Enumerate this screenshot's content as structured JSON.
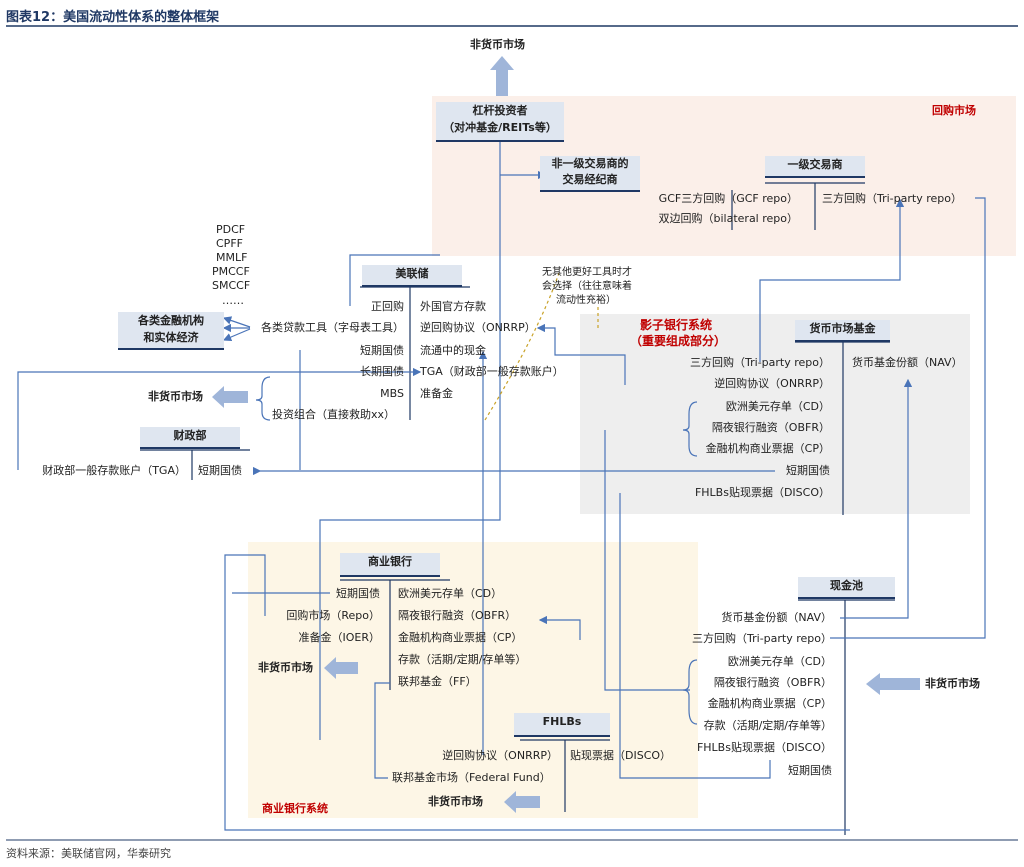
{
  "title": "图表12：美国流动性体系的整体框架",
  "source": "资料来源：美联储官网，华泰研究",
  "zones": {
    "repo": "回购市场",
    "shadow": "影子银行系统",
    "shadow_note": "（重要组成部分）",
    "commercial": "商业银行系统"
  },
  "headers": {
    "leverage_1": "杠杆投资者",
    "leverage_2": "（对冲基金/REITs等）",
    "nonprimary_1": "非一级交易商的",
    "nonprimary_2": "交易经纪商",
    "primary": "一级交易商",
    "fed": "美联储",
    "treasury": "财政部",
    "mmf": "货币市场基金",
    "bank": "商业银行",
    "cashpool": "现金池",
    "fhlbs": "FHLBs"
  },
  "labels": {
    "nonmonetary_top": "非货币市场",
    "gcf": "GCF三方回购（GCF repo）",
    "bilateral": "双边回购（bilateral repo）",
    "triparty_primary": "三方回购（Tri-party repo）",
    "pdcf": "PDCF",
    "cpff": "CPFF",
    "mmlf": "MMLF",
    "pmccf": "PMCCF",
    "smccf": "SMCCF",
    "ellipsis": "……",
    "fin_inst_1": "各类金融机构",
    "fin_inst_2": "和实体经济",
    "loan_tools": "各类贷款工具（字母表工具）",
    "fed_repo": "正回购",
    "short_treasury": "短期国债",
    "long_treasury": "长期国债",
    "mbs": "MBS",
    "portfolio": "投资组合（直接救助xx）",
    "foreign_official": "外国官方存款",
    "onrrp_fed": "逆回购协议（ONRRP）",
    "currency": "流通中的现金",
    "tga_fed": "TGA（财政部一般存款账户）",
    "reserves": "准备金",
    "note_1": "无其他更好工具时才",
    "note_2": "会选择（往往意味着",
    "note_3": "流动性充裕）",
    "nonmonetary_left": "非货币市场",
    "tga_treasury": "财政部一般存款账户（TGA）",
    "short_treasury_t": "短期国债",
    "mmf_triparty": "三方回购（Tri-party repo）",
    "mmf_onrrp": "逆回购协议（ONRRP）",
    "mmf_cd": "欧洲美元存单（CD）",
    "mmf_obfr": "隔夜银行融资（OBFR）",
    "mmf_cp": "金融机构商业票据（CP）",
    "mmf_short": "短期国债",
    "mmf_disco": "FHLBs贴现票据（DISCO）",
    "mmf_nav": "货币基金份额（NAV）",
    "bank_short": "短期国债",
    "bank_repo": "回购市场（Repo）",
    "bank_ioer": "准备金（IOER）",
    "bank_cd": "欧洲美元存单（CD）",
    "bank_obfr": "隔夜银行融资（OBFR）",
    "bank_cp": "金融机构商业票据（CP）",
    "bank_dep": "存款（活期/定期/存单等）",
    "bank_ff": "联邦基金（FF）",
    "nonmonetary_bank": "非货币市场",
    "cp_nav": "货币基金份额（NAV）",
    "cp_triparty": "三方回购（Tri-party repo）",
    "cp_cd": "欧洲美元存单（CD）",
    "cp_obfr": "隔夜银行融资（OBFR）",
    "cp_cp": "金融机构商业票据（CP）",
    "cp_dep": "存款（活期/定期/存单等）",
    "cp_disco": "FHLBs贴现票据（DISCO）",
    "cp_short": "短期国债",
    "nonmonetary_right": "非货币市场",
    "fh_onrrp": "逆回购协议（ONRRP）",
    "fh_ff": "联邦基金市场（Federal Fund）",
    "fh_disco": "贴现票据（DISCO）",
    "nonmonetary_bottom": "非货币市场"
  },
  "colors": {
    "repo_zone": "#fbefe9",
    "shadow_zone": "#eeeeee",
    "commercial_zone": "#fdf6e6",
    "header_fill": "#dfe6f0",
    "header_line": "#1f3864",
    "flow_line": "#4a74b8",
    "big_arrow": "#9fb5d9",
    "accent_red": "#c00000",
    "note_arrow": "#c9a227"
  },
  "icons": [
    "up-arrow-icon",
    "left-arrow-icon",
    "brace-icon"
  ]
}
